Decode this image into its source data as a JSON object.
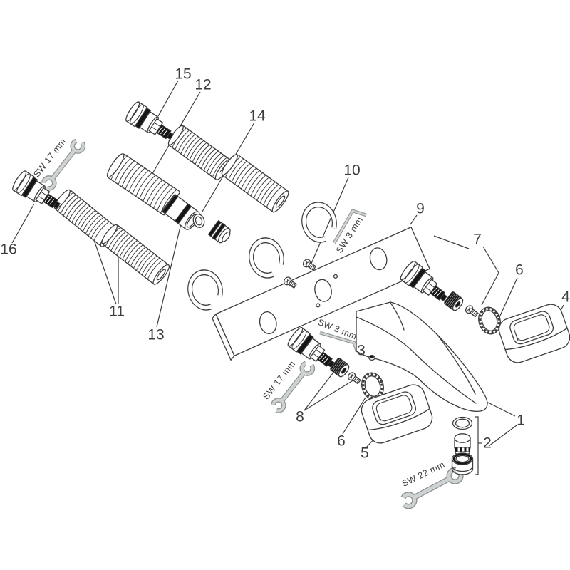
{
  "diagram": {
    "kind": "exploded-parts-diagram",
    "subject": "single-lever bath mixer fitting with unions, escutcheons and aerator",
    "background": "#ffffff"
  },
  "labels": {
    "1": "1",
    "2": "2",
    "3": "3",
    "4": "4",
    "5": "5",
    "6": "6",
    "7": "7",
    "8": "8",
    "9": "9",
    "10": "10",
    "11": "11",
    "12": "12",
    "13": "13",
    "14": "14",
    "15": "15",
    "16": "16"
  },
  "tools": {
    "sw17": "SW 17 mm",
    "sw3": "SW 3 mm",
    "sw22": "SW 22 mm"
  },
  "colors": {
    "line": "#3c3c3c",
    "black_parts": "#161616",
    "tool_fill": "#ced2d2",
    "tool_edge": "#8f9393",
    "label_text": "#3d3d3d",
    "background": "#ffffff"
  }
}
